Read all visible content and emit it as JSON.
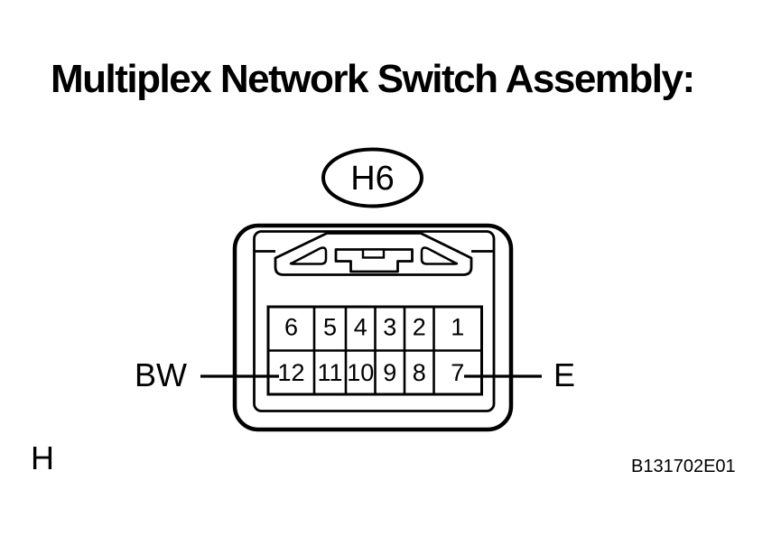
{
  "title": "Multiplex Network Switch Assembly:",
  "connector": {
    "id_label": "H6",
    "pins": {
      "top_row": [
        "6",
        "5",
        "4",
        "3",
        "2",
        "1"
      ],
      "bottom_row": [
        "12",
        "11",
        "10",
        "9",
        "8",
        "7"
      ]
    },
    "left_wire": {
      "label": "BW"
    },
    "right_wire": {
      "label": "E"
    }
  },
  "footer": {
    "page_ref": "H",
    "figure_code": "B131702E01"
  },
  "colors": {
    "line": "#000000",
    "background": "#ffffff"
  }
}
